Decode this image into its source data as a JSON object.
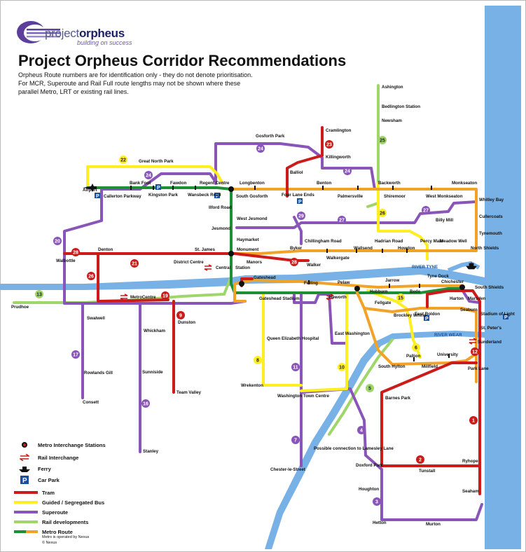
{
  "header": {
    "logo_word_light": "project",
    "logo_word_bold": "orpheus",
    "tagline": "building on success",
    "title": "Project Orpheus Corridor Recommendations",
    "notes": [
      "Orpheus Route numbers are for identification only - they do not denote prioritisation.",
      "For MCR, Superoute and Rail Full route lengths may not be shown where these",
      "parallel Metro, LRT or existing rail lines."
    ]
  },
  "rivers": {
    "river_tyne": "RIVER TYNE",
    "river_wear": "RIVER WEAR"
  },
  "colors": {
    "tram": "#cc1b1b",
    "guided_bus": "#ffee22",
    "superoute": "#8a55b8",
    "rail": "#9ed66a",
    "metro_orange": "#f2a227",
    "metro_green": "#1f8f35",
    "water": "#78b1e6"
  },
  "stations": {
    "ashington": "Ashington",
    "bedlington": "Bedlington Station",
    "newsham": "Newsham",
    "cramlington": "Cramlington",
    "gosforth_park": "Gosforth Park",
    "killingworth": "Killingworth",
    "great_north_park": "Great North Park",
    "balliol": "Balliol",
    "airport": "Airport",
    "bank_foot": "Bank Foot",
    "fawdon": "Fawdon",
    "regent_centre": "Regent Centre",
    "longbenton": "Longbenton",
    "benton": "Benton",
    "backworth": "Backworth",
    "monkseaton": "Monkseaton",
    "callerton": "Callerton Parkway",
    "kingston_park": "Kingston Park",
    "wansbeck_road": "Wansbeck Road",
    "south_gosforth": "South Gosforth",
    "four_lane_ends": "Four Lane Ends",
    "palmersville": "Palmersville",
    "shiremoor": "Shiremoor",
    "west_monkseaton": "West Monkseaton",
    "whitley_bay": "Whitley Bay",
    "ilford_road": "Ilford Road",
    "west_jesmond": "West Jesmond",
    "billy_mill": "Billy Mill",
    "cullercoats": "Cullercoats",
    "jesmond": "Jesmond",
    "tynemouth": "Tynemouth",
    "haymarket": "Haymarket",
    "chillingham": "Chillingham Road",
    "hadrian_road": "Hadrian Road",
    "percy_main": "Percy Main",
    "meadow_well": "Meadow Well",
    "denton": "Denton",
    "st_james": "St. James",
    "monument": "Monument",
    "byker": "Byker",
    "wallsend": "Wallsend",
    "howdon": "Howdon",
    "north_shields": "North Shields",
    "walbottle": "Walbottle",
    "district_centre": "District Centre",
    "manors": "Manors",
    "walker": "Walker",
    "walkergate": "Walkergate",
    "central": "Central",
    "station": "Station",
    "gateshead": "Gateshead",
    "felling": "Felling",
    "pelaw": "Pelaw",
    "hebburn": "Hebburn",
    "jarrow": "Jarrow",
    "bede": "Bede",
    "tyne_dock": "Tyne Dock",
    "chichester": "Chichester",
    "south_shields": "South Shields",
    "prudhoe": "Prudhoe",
    "metrocentre": "MetroCentre",
    "gateshead_stadium": "Gateshead Stadium",
    "heworth": "Heworth",
    "fellgate": "Fellgate",
    "harton": "Harton",
    "marsden": "Marsden",
    "brockley_whins": "Brockley Whins",
    "east_boldon": "East Boldon",
    "seaburn": "Seaburn",
    "stadium_of_light": "Stadium of Light",
    "st_peters": "St. Peter's",
    "sunderland": "Sunderland",
    "swalwell": "Swalwell",
    "dunston": "Dunston",
    "whickham": "Whickham",
    "queen_elizabeth": "Queen Elizabeth Hospital",
    "east_washington": "East Washington",
    "pallion": "Pallion",
    "university": "University",
    "south_hylton": "South Hylton",
    "millfield": "Millfield",
    "park_lane": "Park Lane",
    "rowlands_gill": "Rowlands Gill",
    "sunniside": "Sunniside",
    "wrekenton": "Wrekenton",
    "washington": "Washington Town Centre",
    "consett": "Consett",
    "team_valley": "Team Valley",
    "barnes_park": "Barnes Park",
    "possible_lamesley": "Possible connection to Lamesley Lane",
    "tunstall": "Tunstall",
    "ryhope": "Ryhope",
    "doxford_park": "Doxford Park",
    "stanley": "Stanley",
    "chester_le_street": "Chester-le-Street",
    "houghton": "Houghton",
    "seaham": "Seaham",
    "hetton": "Hetton",
    "murton": "Murton"
  },
  "route_numbers": [
    "1",
    "2",
    "3",
    "4",
    "5",
    "6",
    "7",
    "8",
    "9",
    "10",
    "11",
    "12",
    "13",
    "15",
    "16",
    "17",
    "18",
    "19",
    "20",
    "21",
    "22",
    "23",
    "24",
    "25",
    "26",
    "27",
    "28",
    "29"
  ],
  "legend": {
    "metro_interchange": "Metro Interchange Stations",
    "rail_interchange": "Rail Interchange",
    "ferry": "Ferry",
    "car_park": "Car Park",
    "tram": "Tram",
    "guided_bus": "Guided / Segregated Bus",
    "superoute": "Superoute",
    "rail_dev": "Rail developments",
    "metro_route": "Metro Route",
    "nexus_note": "Metro is operated by Nexus",
    "copyright": "© Nexus"
  },
  "symbols": {
    "car_park_letter": "P",
    "airport_icon": "airplane-icon",
    "rail_icon": "rail-interchange-icon",
    "ferry_icon": "ferry-icon"
  }
}
